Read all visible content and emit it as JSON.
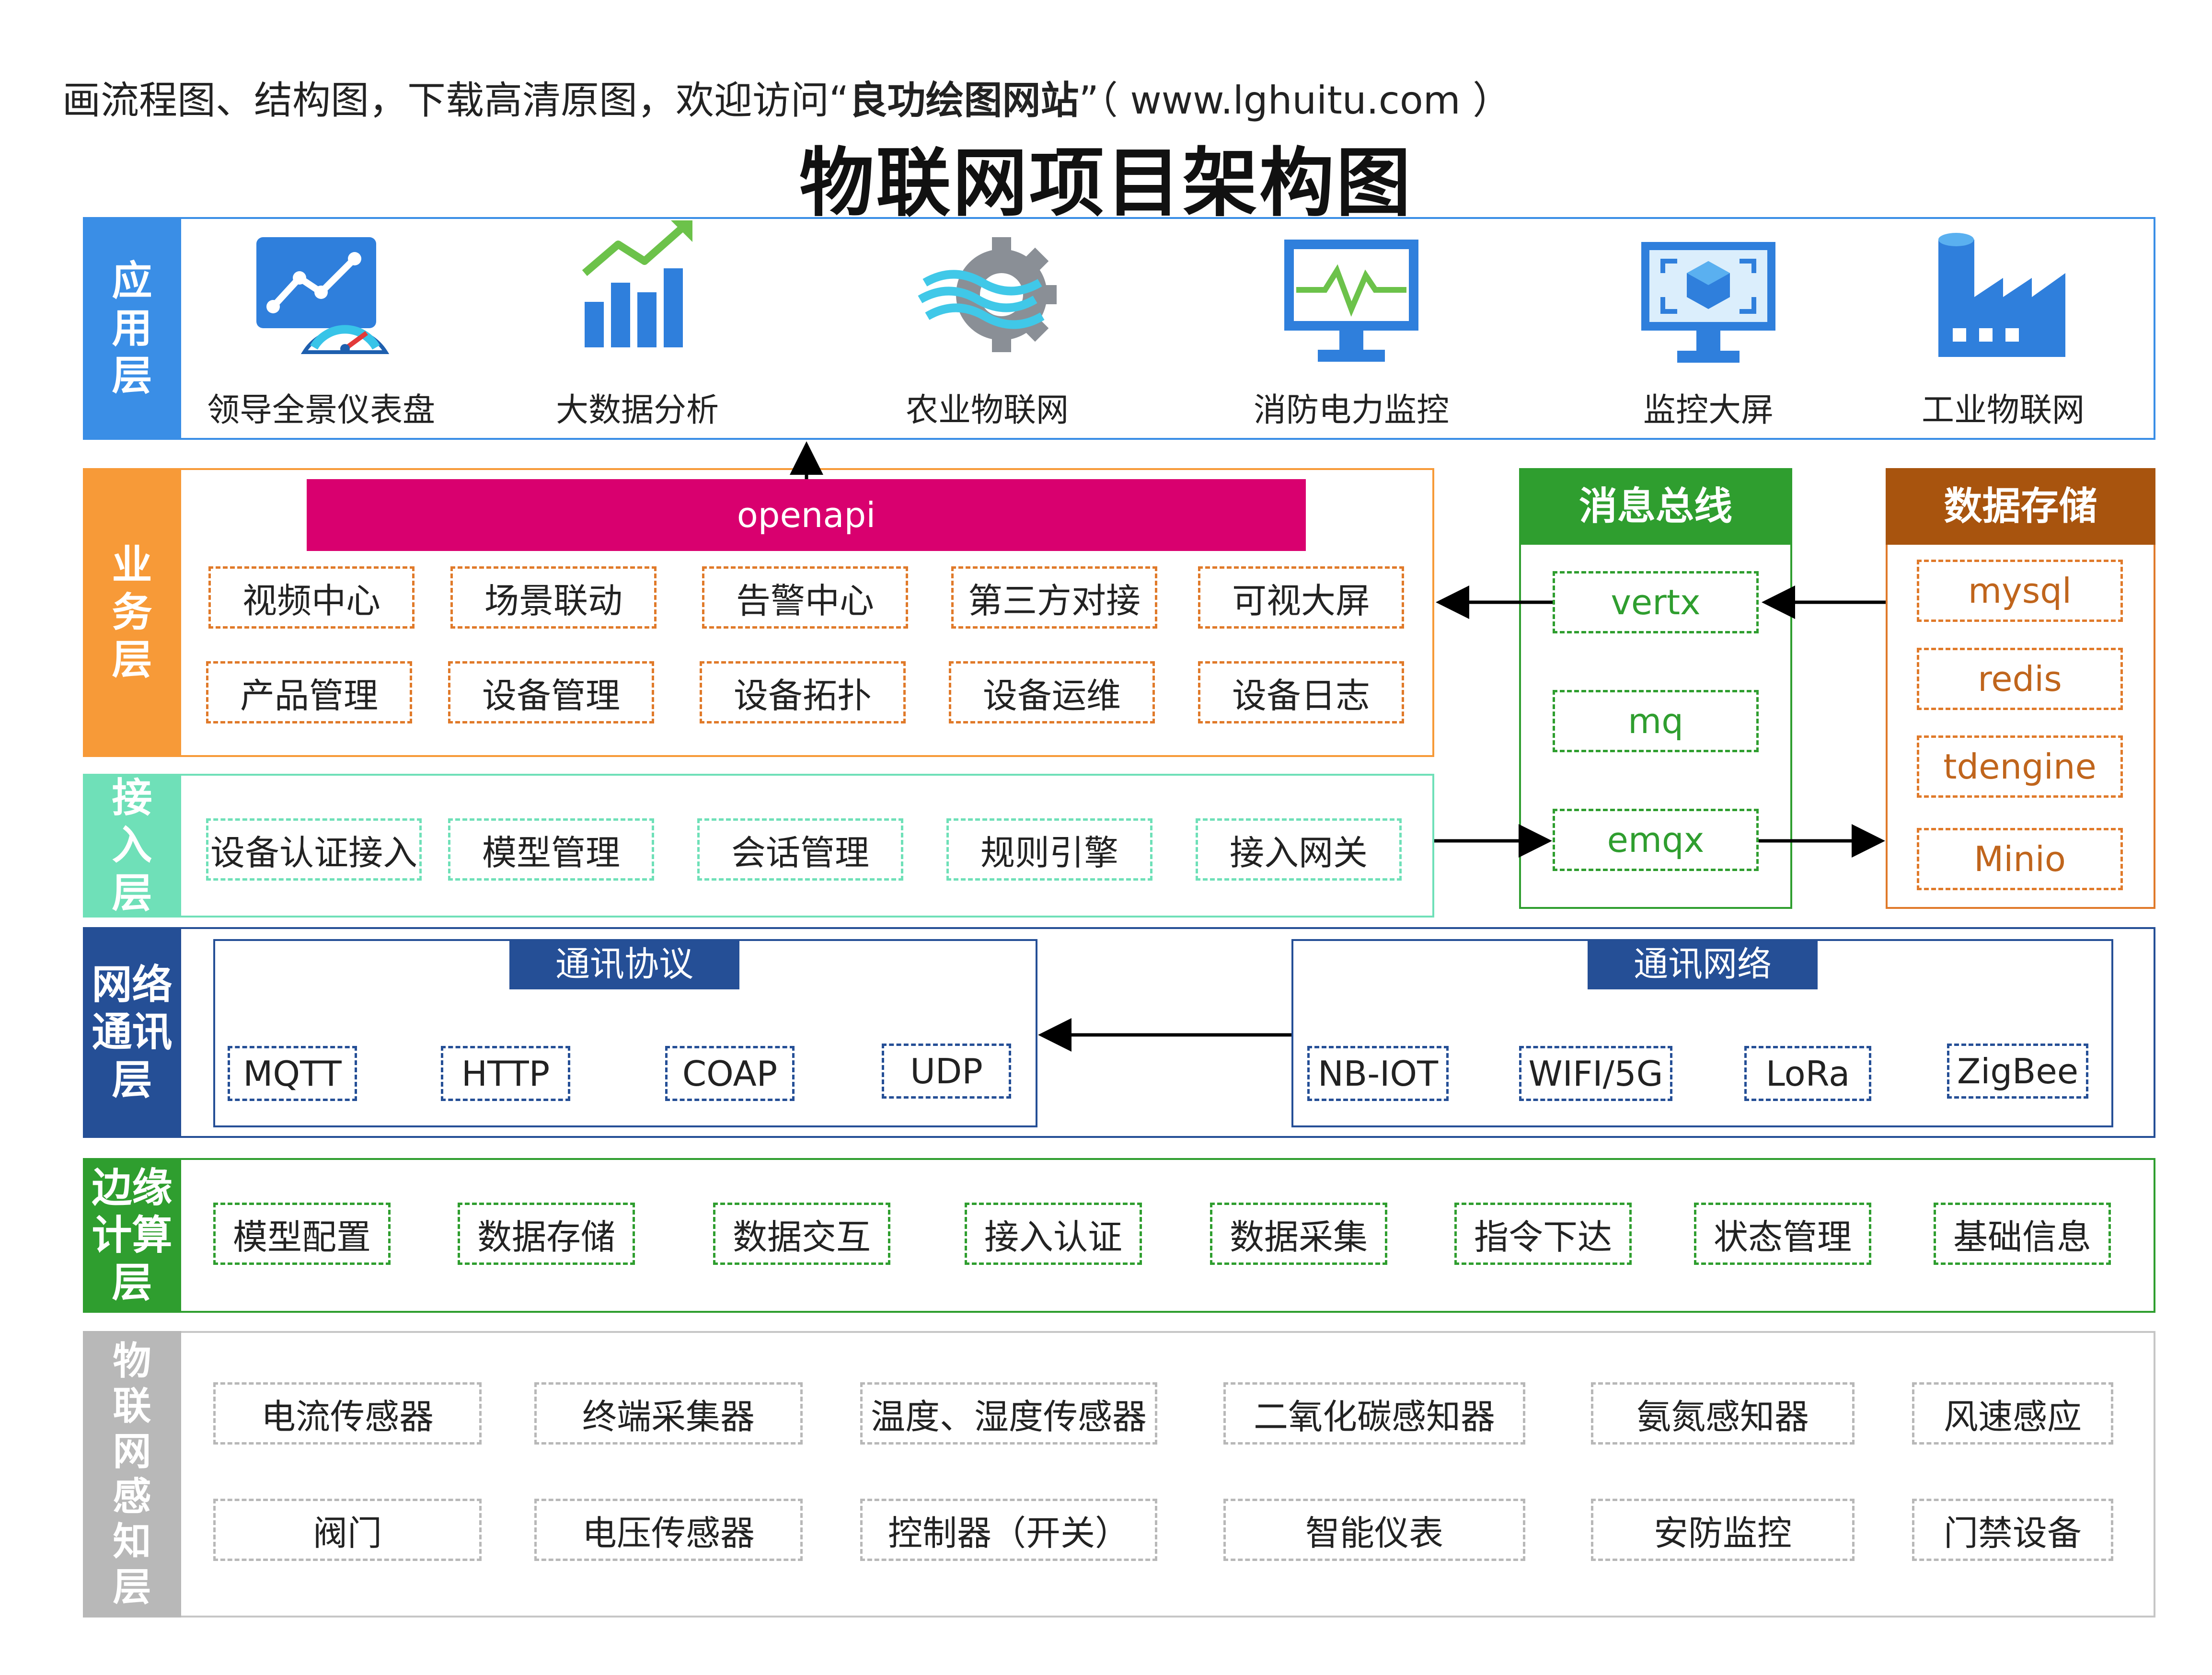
{
  "promo": {
    "prefix": "画流程图、结构图，下载高清原图，欢迎访问“",
    "site": "良功绘图网站",
    "suffix": "”（ www.lghuitu.com ）"
  },
  "title": "物联网项目架构图",
  "layers": {
    "app": {
      "label": "应\n用\n层",
      "items": [
        "领导全景仪表盘",
        "大数据分析",
        "农业物联网",
        "消防电力监控",
        "监控大屏",
        "工业物联网"
      ]
    },
    "business": {
      "label": "业\n务\n层",
      "openapi": "openapi",
      "row1": [
        "视频中心",
        "场景联动",
        "告警中心",
        "第三方对接",
        "可视大屏"
      ],
      "row2": [
        "产品管理",
        "设备管理",
        "设备拓扑",
        "设备运维",
        "设备日志"
      ]
    },
    "access": {
      "label": "接\n入\n层",
      "items": [
        "设备认证接入",
        "模型管理",
        "会话管理",
        "规则引擎",
        "接入网关"
      ]
    },
    "bus": {
      "title": "消息总线",
      "items": [
        "vertx",
        "mq",
        "emqx"
      ]
    },
    "storage": {
      "title": "数据存储",
      "items": [
        "mysql",
        "redis",
        "tdengine",
        "Minio"
      ]
    },
    "network": {
      "label": "网络\n通讯\n层",
      "protocol": {
        "title": "通讯协议",
        "items": [
          "MQTT",
          "HTTP",
          "COAP",
          "UDP"
        ]
      },
      "net": {
        "title": "通讯网络",
        "items": [
          "NB-IOT",
          "WIFI/5G",
          "LoRa",
          "ZigBee"
        ]
      }
    },
    "edge": {
      "label": "边缘\n计算\n层",
      "items": [
        "模型配置",
        "数据存储",
        "数据交互",
        "接入认证",
        "数据采集",
        "指令下达",
        "状态管理",
        "基础信息"
      ]
    },
    "sense": {
      "label": "物\n联\n网\n感\n知\n层",
      "row1": [
        "电流传感器",
        "终端采集器",
        "温度、湿度传感器",
        "二氧化碳感知器",
        "氨氮感知器",
        "风速感应"
      ],
      "row2": [
        "阀门",
        "电压传感器",
        "控制器（开关）",
        "智能仪表",
        "安防监控",
        "门禁设备"
      ]
    }
  },
  "colors": {
    "app": "#3a8ee6",
    "business": "#f79a38",
    "access": "#6fe0b8",
    "network": "#254f96",
    "edge": "#2f9e2f",
    "sense": "#b8b8b8",
    "bus": "#2f9e2f",
    "storage": "#a8540e",
    "openapi": "#d9006f"
  },
  "icons": [
    "dashboard-icon",
    "bar-chart-icon",
    "agri-gear-icon",
    "monitor-pulse-icon",
    "screen-cube-icon",
    "factory-icon"
  ]
}
